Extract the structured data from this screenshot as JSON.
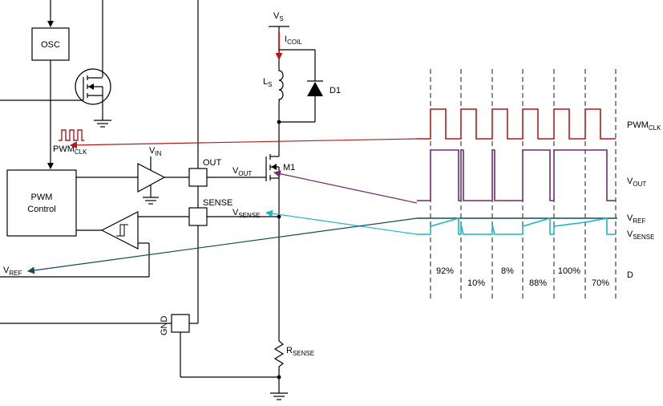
{
  "blocks": {
    "osc": "OSC",
    "pwm_control_line1": "PWM",
    "pwm_control_line2": "Control"
  },
  "pins": {
    "out": "OUT",
    "sense": "SENSE",
    "gnd": "GND"
  },
  "components": {
    "vs_main": "V",
    "vs_sub": "S",
    "icoil_main": "I",
    "icoil_sub": "COIL",
    "ls_main": "L",
    "ls_sub": "S",
    "d1": "D1",
    "m1": "M1",
    "rsense_main": "R",
    "rsense_sub": "SENSE"
  },
  "nets": {
    "vin_main": "V",
    "vin_sub": "IN",
    "pwmclk_main": "PWM",
    "pwmclk_sub": "CLK",
    "vout_main": "V",
    "vout_sub": "OUT",
    "vsense_main": "V",
    "vsense_sub": "SENSE",
    "vref_main": "V",
    "vref_sub": "REF"
  },
  "waveforms": {
    "labels": [
      {
        "main": "PWM",
        "sub": "CLK"
      },
      {
        "main": "V",
        "sub": "OUT"
      },
      {
        "main": "V",
        "sub": "REF"
      },
      {
        "main": "V",
        "sub": "SENSE"
      },
      {
        "main": "D",
        "sub": ""
      }
    ],
    "duty_cycles": [
      "92%",
      "10%",
      "8%",
      "88%",
      "100%",
      "70%"
    ]
  },
  "colors": {
    "pwm_clk": "#b01c1c",
    "vout": "#6b2d6b",
    "vsense": "#1fb5c4",
    "vref": "#144a5e",
    "icoil_arrow": "#e02020",
    "wire": "#000000"
  }
}
